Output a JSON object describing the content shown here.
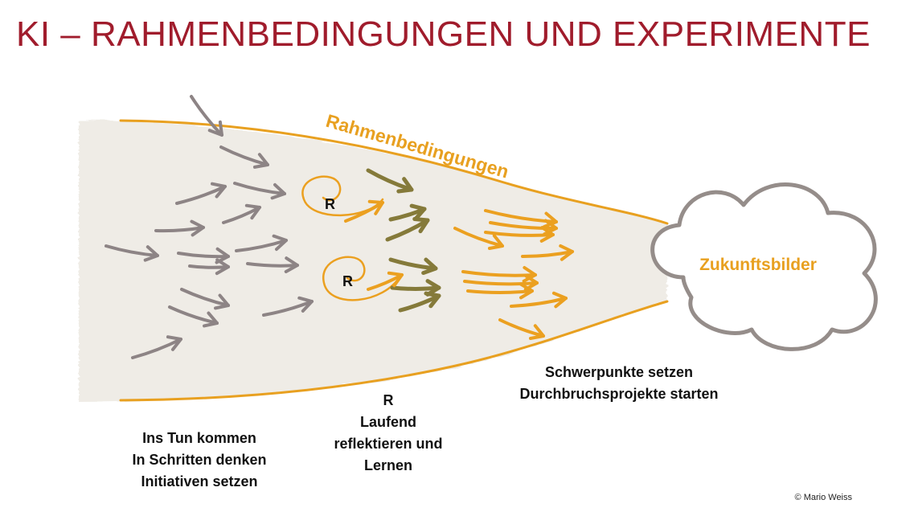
{
  "title": "KI – RAHMENBEDINGUNGEN UND EXPERIMENTE",
  "frame_label": "Rahmenbedingungen",
  "cloud_label": "Zukunftsbilder",
  "reflection_marker": "R",
  "captions": {
    "left": [
      "Ins Tun kommen",
      "In Schritten denken",
      "Initiativen setzen"
    ],
    "middle": [
      "R",
      "Laufend",
      "reflektieren und",
      "Lernen"
    ],
    "right": [
      "Schwerpunkte setzen",
      "Durchbruchsprojekte starten"
    ]
  },
  "copyright": "© Mario Weiss",
  "colors": {
    "title": "#a01c2c",
    "frame": "#e8a020",
    "grey_arrow": "#8d8485",
    "olive_arrow": "#857a3a",
    "orange_arrow": "#eba020",
    "funnel_fill": "#efece6",
    "cloud_stroke": "#958d8a"
  }
}
